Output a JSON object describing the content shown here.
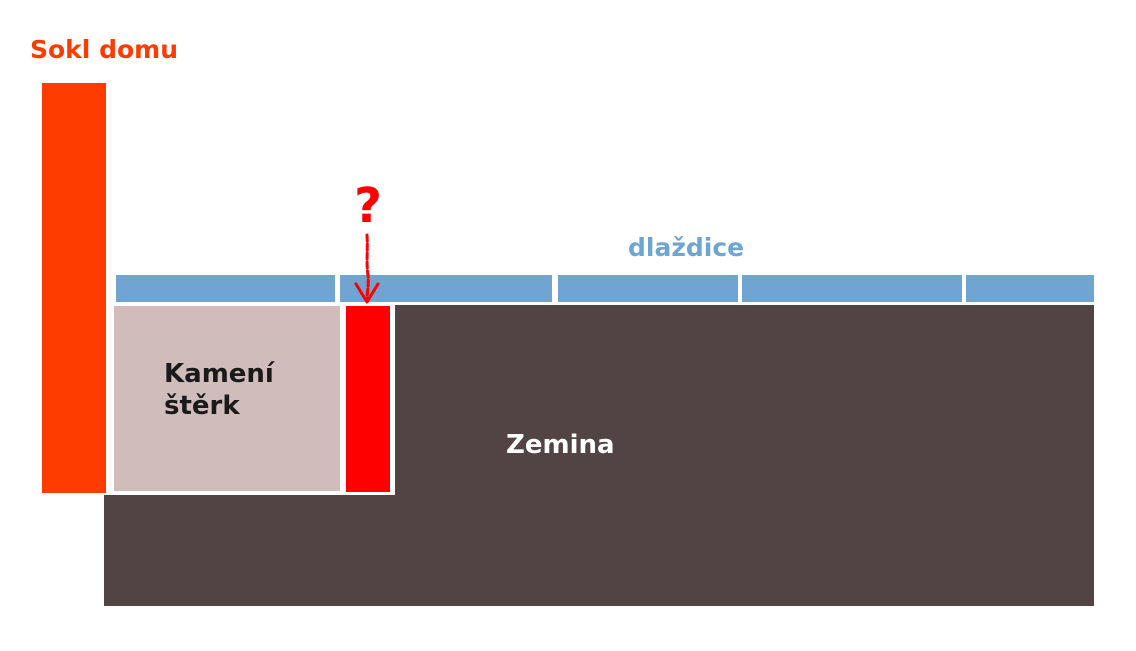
{
  "labels": {
    "plinth": "Sokl domu",
    "tiles": "dlaždice",
    "gravel_line1": "Kamení",
    "gravel_line2": "štěrk",
    "soil": "Zemina",
    "question": "?"
  },
  "colors": {
    "plinth": "#ff3c00",
    "tiles": "#6fa5d0",
    "gravel": "#cfbcbb",
    "soil": "#524445",
    "edge": "#ff0000",
    "tiles_label": "#6fa5d0",
    "gravel_label": "#1a1a1a",
    "soil_label": "#ffffff"
  }
}
